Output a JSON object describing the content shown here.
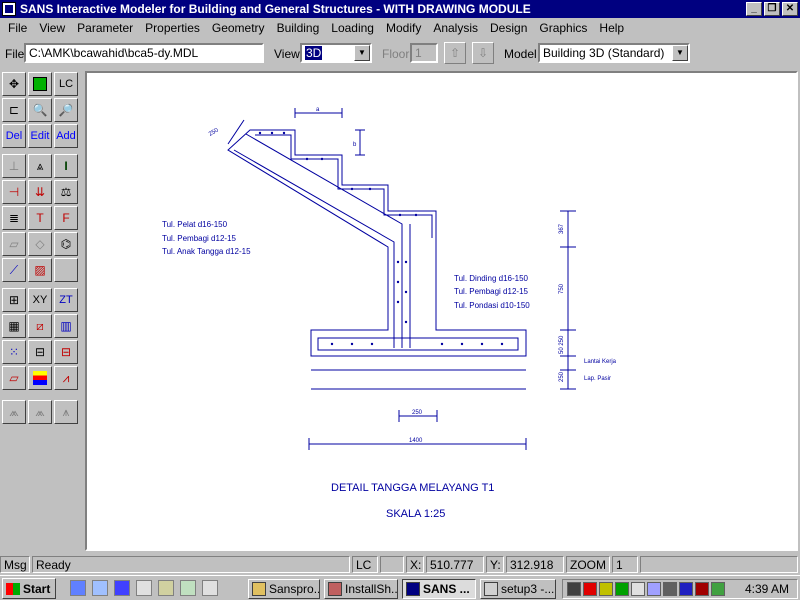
{
  "window": {
    "title": "SANS Interactive Modeler for Building and General Structures - WITH DRAWING MODULE",
    "minimize": "_",
    "maximize": "❐",
    "close": "✕"
  },
  "menu": [
    "File",
    "View",
    "Parameter",
    "Properties",
    "Geometry",
    "Building",
    "Loading",
    "Modify",
    "Analysis",
    "Design",
    "Graphics",
    "Help"
  ],
  "toolbar": {
    "file_label": "File",
    "file_value": "C:\\AMK\\bcawahid\\bca5-dy.MDL",
    "view_label": "View",
    "view_value": "3D",
    "floor_label": "Floor",
    "floor_value": "1",
    "up_arrow": "⇧",
    "down_arrow": "⇩",
    "model_label": "Model",
    "model_value": "Building 3D (Standard)"
  },
  "palette": {
    "lc": "LC",
    "del": "Del",
    "edit": "Edit",
    "add": "Add",
    "xy": "XY",
    "zt": "ZT"
  },
  "drawing": {
    "note_slab_1": "Tul. Pelat d16-150",
    "note_slab_2": "Tul. Pembagi d12-15",
    "note_slab_3": "Tul. Anak Tangga d12-15",
    "note_wall_1": "Tul. Dinding d16-150",
    "note_wall_2": "Tul. Pembagi d12-15",
    "note_wall_3": "Tul. Pondasi d10-150",
    "dim_thickness": "250",
    "dim_tread": "a",
    "dim_riser": "b",
    "dim_v1": "367",
    "dim_v2": "750",
    "dim_v3": "50 250",
    "dim_v4": "250",
    "label_lantai": "Lantai Kerja",
    "label_pasir": "Lap. Pasir",
    "dim_250": "250",
    "dim_1400": "1400",
    "title": "DETAIL TANGGA MELAYANG T1",
    "scale": "SKALA 1:25"
  },
  "status": {
    "msg_label": "Msg",
    "msg_value": "Ready",
    "lc_label": "LC",
    "x_label": "X:",
    "x_value": "510.777",
    "y_label": "Y:",
    "y_value": "312.918",
    "zoom_label": "ZOOM",
    "zoom_value": "1"
  },
  "taskbar": {
    "start": "Start",
    "tasks": [
      "Sanspro...",
      "InstallSh...",
      "SANS ...",
      "setup3 -..."
    ],
    "clock": "4:39 AM"
  },
  "colors": {
    "drawing_blue": "#0000a0",
    "title_bar": "#000080"
  }
}
